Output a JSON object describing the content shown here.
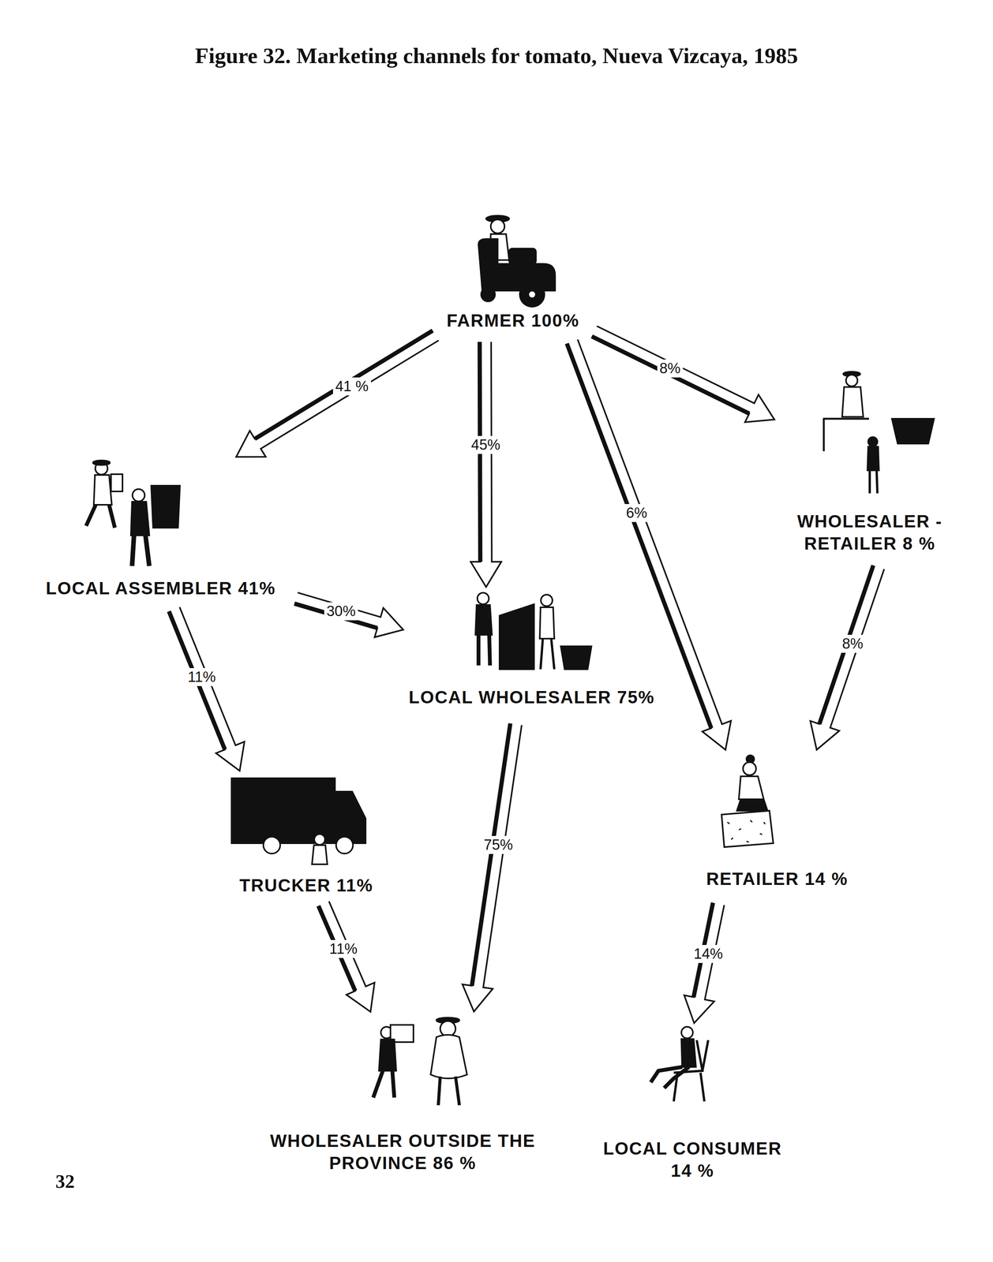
{
  "diagram": {
    "title": "Figure 32. Marketing channels for tomato, Nueva Vizcaya, 1985",
    "nodes": [
      {
        "text": [
          "FARMER 100%"
        ]
      },
      {
        "text": [
          "LOCAL ASSEMBLER 41%"
        ]
      },
      {
        "text": [
          "LOCAL WHOLESALER 75%"
        ]
      },
      {
        "text": [
          "WHOLESALER - RETAILER 8 %"
        ]
      },
      {
        "text": [
          "TRUCKER 11%"
        ]
      },
      {
        "text": [
          "RETAILER 14 %"
        ]
      },
      {
        "text": [
          "WHOLESALER OUTSIDE THE PROVINCE 86 %"
        ]
      },
      {
        "text": [
          "LOCAL CONSUMER 14 %"
        ]
      }
    ],
    "edges": [
      {
        "from": 0,
        "to": 1,
        "label": "41 %",
        "arrow": "to"
      },
      {
        "from": 0,
        "to": 2,
        "label": "45%",
        "arrow": "to"
      },
      {
        "from": 0,
        "to": 5,
        "label": "6%",
        "arrow": "to"
      },
      {
        "from": 0,
        "to": 3,
        "label": "8%",
        "arrow": "to"
      },
      {
        "from": 1,
        "to": 2,
        "label": "30%",
        "arrow": "to"
      },
      {
        "from": 1,
        "to": 4,
        "label": "11%",
        "arrow": "to"
      },
      {
        "from": 2,
        "to": 6,
        "label": "75%",
        "arrow": "to"
      },
      {
        "from": 3,
        "to": 5,
        "label": "8%",
        "arrow": "to"
      },
      {
        "from": 4,
        "to": 6,
        "label": "11%",
        "arrow": "to"
      },
      {
        "from": 5,
        "to": 7,
        "label": "14%",
        "arrow": "to"
      }
    ],
    "labels": [
      "32"
    ]
  }
}
